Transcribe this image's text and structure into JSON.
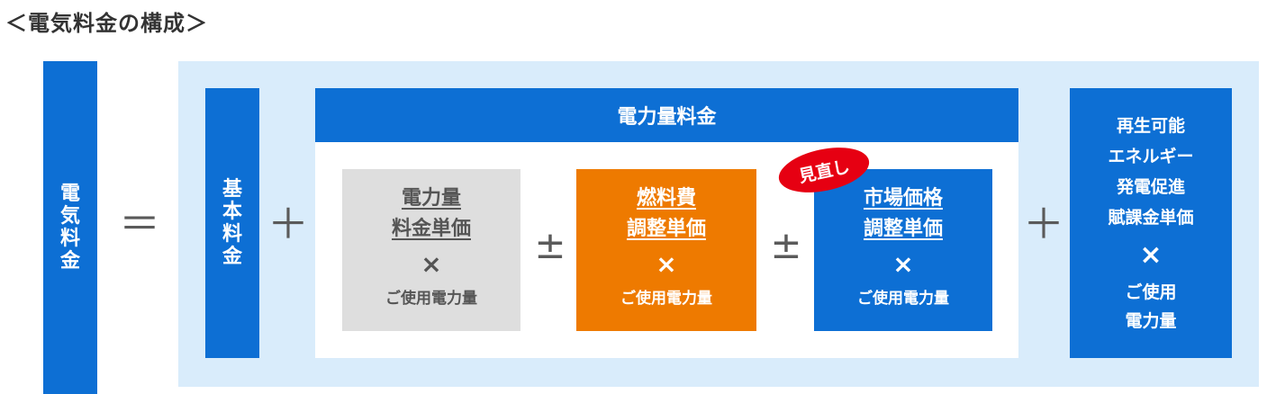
{
  "heading": "＜電気料金の構成＞",
  "total": {
    "label": "電気料金",
    "chars": [
      "電",
      "気",
      "料",
      "金"
    ]
  },
  "operators": {
    "equals": "＝",
    "plus": "＋",
    "plusminus": "±"
  },
  "base_charge": {
    "label": "基本料金",
    "chars": [
      "基",
      "本",
      "料",
      "金"
    ]
  },
  "energy_charge": {
    "title": "電力量料金",
    "items": [
      {
        "line1": "電力量",
        "line2": "料金単価",
        "times": "×",
        "usage": "ご使用電力量",
        "color": "#dedede"
      },
      {
        "line1": "燃料費",
        "line2": "調整単価",
        "times": "×",
        "usage": "ご使用電力量",
        "color": "#ee7a00"
      },
      {
        "line1": "市場価格",
        "line2": "調整単価",
        "times": "×",
        "usage": "ご使用電力量",
        "color": "#0d6fd4"
      }
    ],
    "badge": "見直し",
    "badge_color": "#e60012"
  },
  "renewable": {
    "lines": [
      "再生可能",
      "エネルギー",
      "発電促進",
      "賦課金単価"
    ],
    "times": "×",
    "usage_lines": [
      "ご使用",
      "電力量"
    ]
  },
  "colors": {
    "primary_blue": "#0d6fd4",
    "panel_bg": "#d9ecfb",
    "orange": "#ee7a00",
    "grey": "#dedede",
    "red": "#e60012"
  }
}
